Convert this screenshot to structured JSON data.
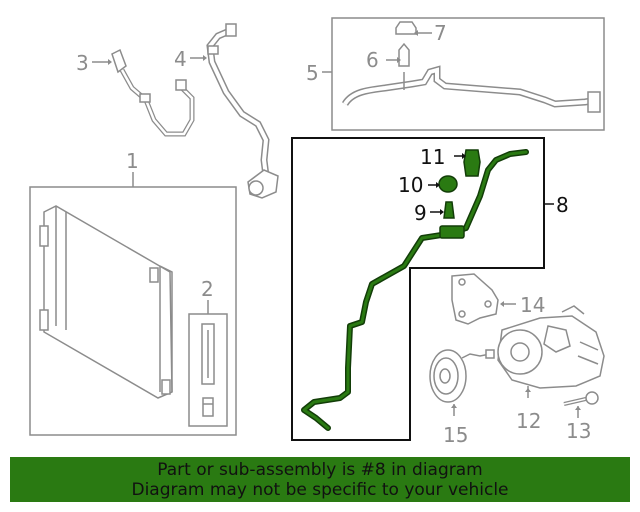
{
  "callouts": {
    "c1": "1",
    "c2": "2",
    "c3": "3",
    "c4": "4",
    "c5": "5",
    "c6": "6",
    "c7": "7",
    "c8": "8",
    "c9": "9",
    "c10": "10",
    "c11": "11",
    "c12": "12",
    "c13": "13",
    "c14": "14",
    "c15": "15"
  },
  "highlight_part": "8",
  "colors": {
    "highlight": "#2a7a12",
    "part_stroke": "#8c8c8c",
    "highlight_stroke": "#123d08",
    "banner_bg": "#2a7a12"
  },
  "banner": {
    "line1": "Part or sub-assembly is #8 in diagram",
    "line2": "Diagram may not be specific to your vehicle"
  }
}
